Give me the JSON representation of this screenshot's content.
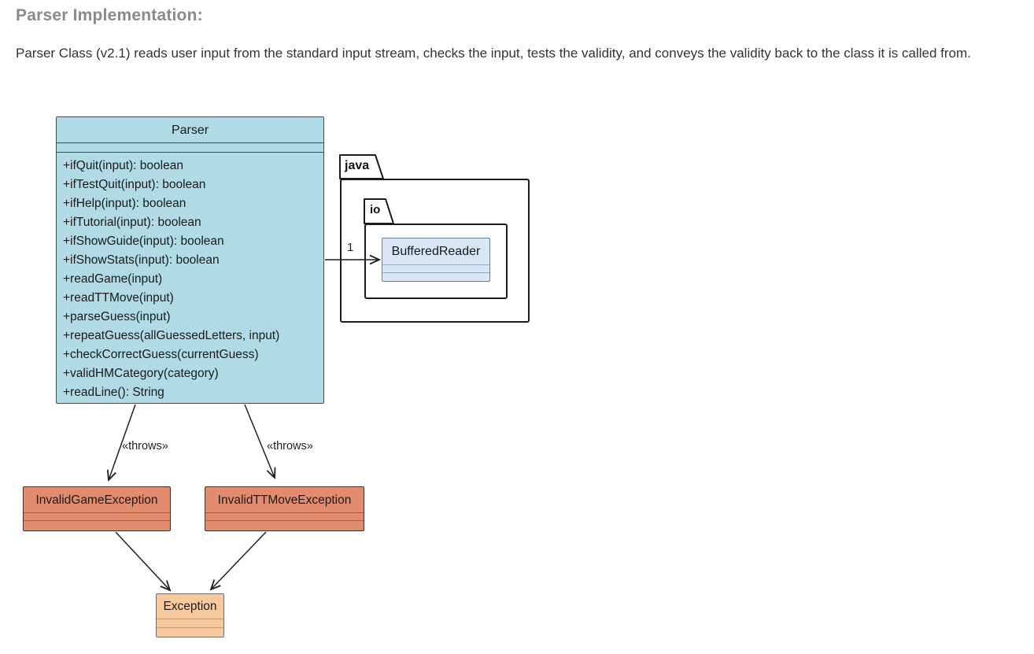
{
  "page": {
    "heading": "Parser Implementation:",
    "description": "Parser Class (v2.1) reads user input from the standard input stream, checks the input, tests the validity, and conveys the validity back to the class it is called from."
  },
  "diagram": {
    "parser_class": {
      "name": "Parser",
      "methods": [
        "+ifQuit(input): boolean",
        "+ifTestQuit(input): boolean",
        "+ifHelp(input): boolean",
        "+ifTutorial(input): boolean",
        "+ifShowGuide(input): boolean",
        "+ifShowStats(input): boolean",
        "+readGame(input)",
        "+readTTMove(input)",
        "+parseGuess(input)",
        "+repeatGuess(allGuessedLetters, input)",
        "+checkCorrectGuess(currentGuess)",
        "+validHMCategory(category)",
        "+readLine(): String"
      ]
    },
    "packages": {
      "java_label": "java",
      "io_label": "io"
    },
    "buffered_reader_class": {
      "name": "BufferedReader"
    },
    "association": {
      "multiplicity": "1"
    },
    "throws_label_left": "«throws»",
    "throws_label_right": "«throws»",
    "exception_classes": {
      "invalid_game": "InvalidGameException",
      "invalid_ttmove": "InvalidTTMoveException",
      "base": "Exception"
    },
    "colors": {
      "parser_fill": "#afdae6",
      "buffered_reader_fill": "#d9e7f5",
      "exception_fill": "#e28b6d",
      "base_exception_fill": "#f8ca9d",
      "connector": "#1f1f1f",
      "heading_text": "#8a8a8a",
      "body_text": "#333333"
    }
  }
}
